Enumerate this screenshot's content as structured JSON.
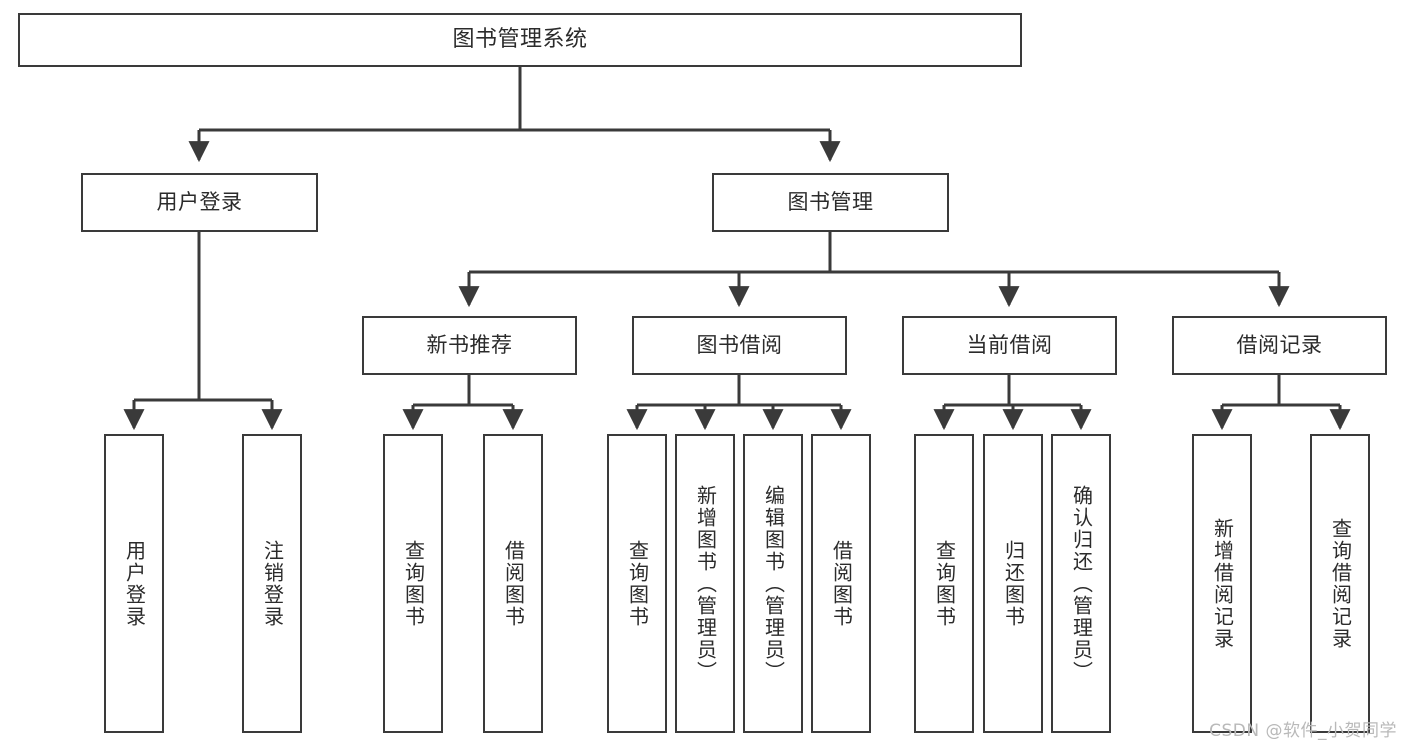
{
  "diagram": {
    "title": "图书管理系统",
    "type": "tree",
    "stroke_color": "#3a3a3a",
    "text_color": "#2b2b2b",
    "background_color": "#ffffff"
  },
  "root": {
    "label": "图书管理系统"
  },
  "level2": [
    {
      "label": "用户登录"
    },
    {
      "label": "图书管理"
    }
  ],
  "level3": [
    {
      "label": "新书推荐"
    },
    {
      "label": "图书借阅"
    },
    {
      "label": "当前借阅"
    },
    {
      "label": "借阅记录"
    }
  ],
  "leaves": {
    "user_login": [
      {
        "label": "用户登录"
      },
      {
        "label": "注销登录"
      }
    ],
    "new_book_recommend": [
      {
        "label": "查询图书"
      },
      {
        "label": "借阅图书"
      }
    ],
    "book_borrow": [
      {
        "label": "查询图书"
      },
      {
        "label": "新增图书（管理员）"
      },
      {
        "label": "编辑图书（管理员）"
      },
      {
        "label": "借阅图书"
      }
    ],
    "current_borrow": [
      {
        "label": "查询图书"
      },
      {
        "label": "归还图书"
      },
      {
        "label": "确认归还（管理员）"
      }
    ],
    "borrow_record": [
      {
        "label": "新增借阅记录"
      },
      {
        "label": "查询借阅记录"
      }
    ]
  },
  "watermark": {
    "text": "CSDN @软件_小贺同学"
  }
}
